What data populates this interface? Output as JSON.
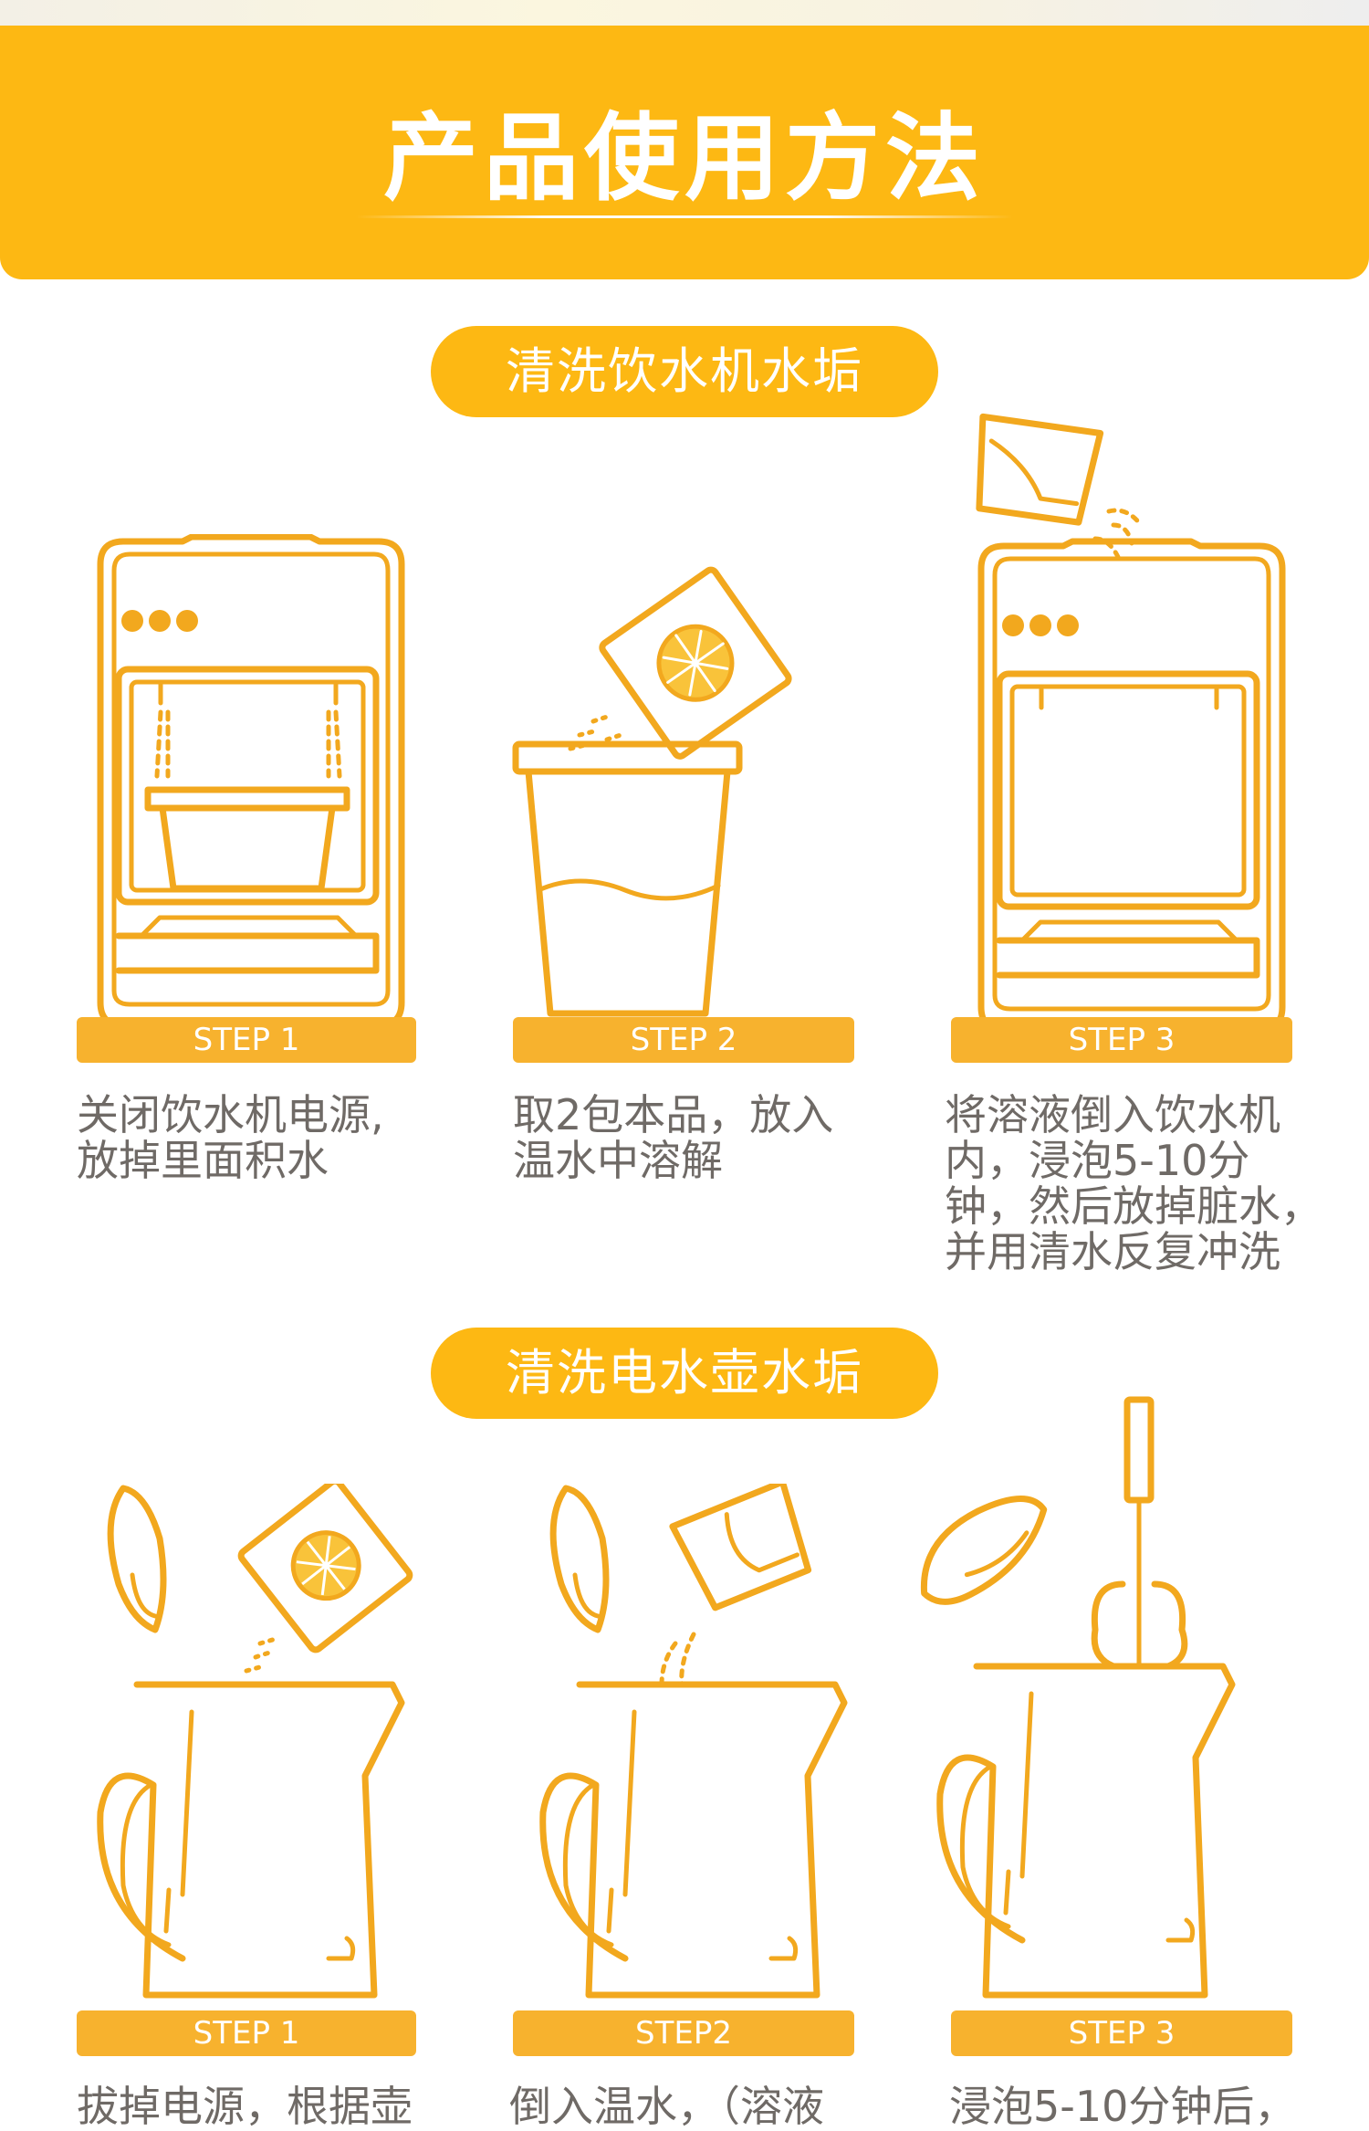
{
  "header": {
    "title": "产品使用方法"
  },
  "section1": {
    "title": "清洗饮水机水垢",
    "steps": [
      {
        "label": "STEP 1",
        "caption": [
          "关闭饮水机电源,",
          "放掉里面积水"
        ]
      },
      {
        "label": "STEP 2",
        "caption": [
          "取2包本品，放入",
          "温水中溶解"
        ]
      },
      {
        "label": "STEP 3",
        "caption": [
          "将溶液倒入饮水机",
          "内，浸泡5-10分",
          "钟，然后放掉脏水，",
          "并用清水反复冲洗"
        ]
      }
    ]
  },
  "section2": {
    "title": "清洗电水壶水垢",
    "steps": [
      {
        "label": "STEP 1",
        "caption": [
          "拔掉电源，根据壶"
        ]
      },
      {
        "label": "STEP2",
        "caption": [
          "倒入温水，（溶液"
        ]
      },
      {
        "label": "STEP 3",
        "caption": [
          "浸泡5-10分钟后，"
        ]
      }
    ]
  },
  "colors": {
    "accent": "#FDB813",
    "line": "#F2A81E",
    "caption_text": "#6f6a66"
  },
  "icons": [
    "water-dispenser-icon",
    "cup-with-sachet-icon",
    "pouring-cup-icon",
    "kettle-icon",
    "lemon-sachet-icon",
    "brush-icon"
  ]
}
